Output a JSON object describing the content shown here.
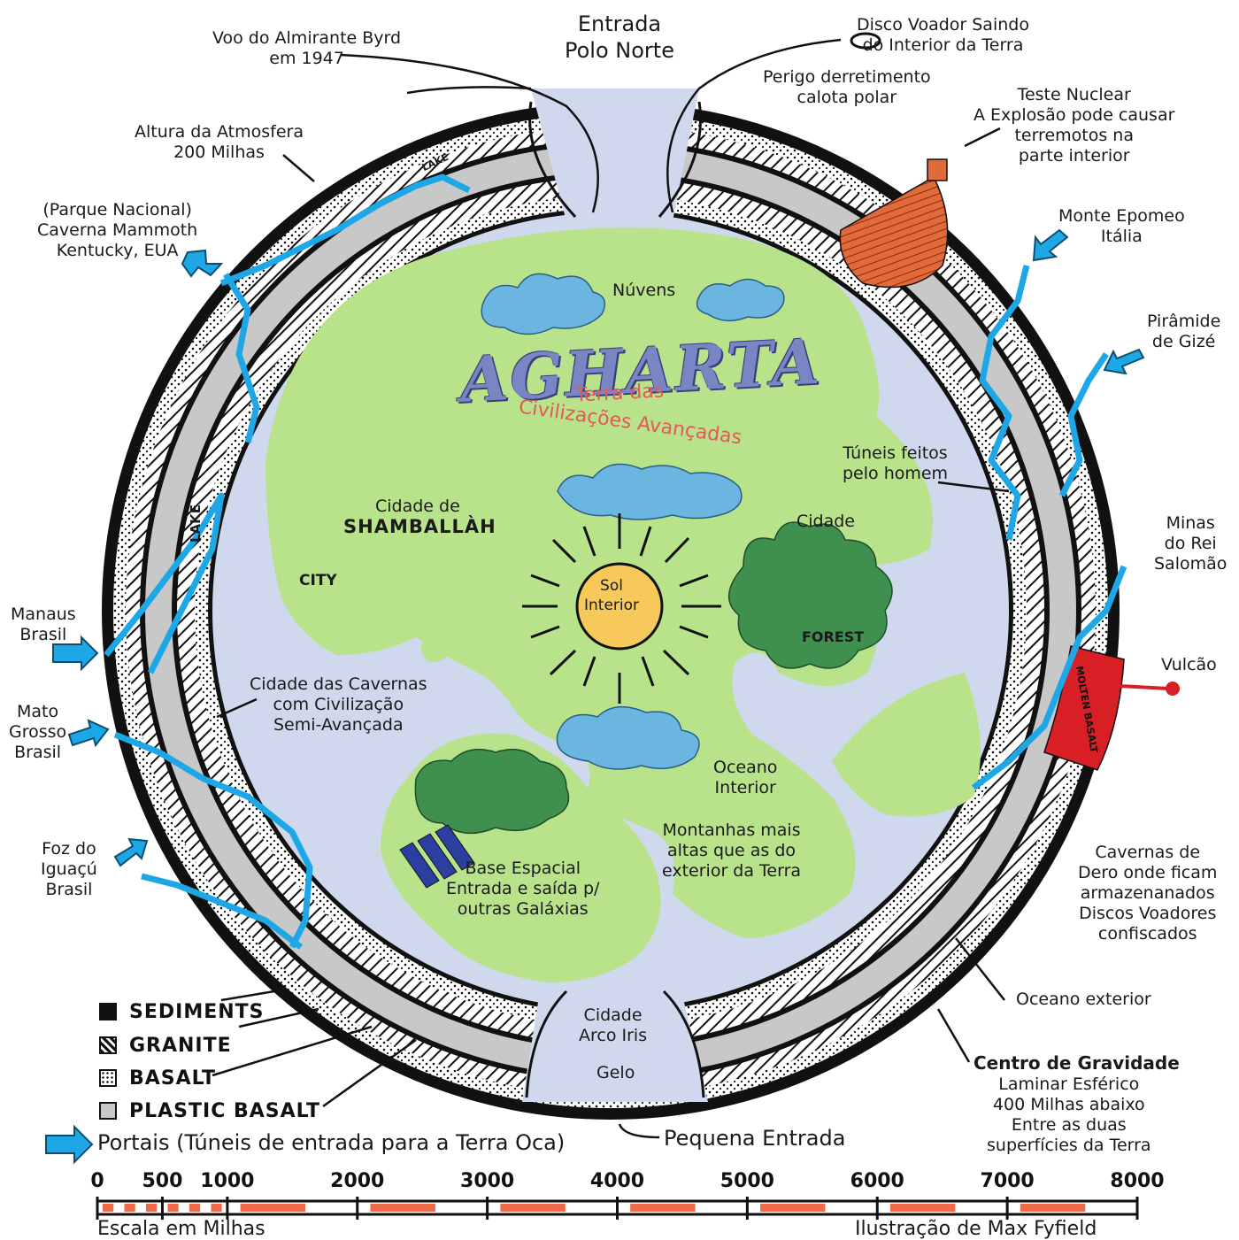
{
  "title": "AGHARTA",
  "subtitle_line1": "Terra das",
  "subtitle_line2": "Civilizações Avançadas",
  "labels": {
    "entrada_polo_norte": [
      "Entrada",
      "Polo Norte"
    ],
    "voo_byrd": [
      "Voo do Almirante Byrd",
      "em 1947"
    ],
    "disco_voador": [
      "Disco Voador Saindo",
      "do Interior da Terra"
    ],
    "perigo": [
      "Perigo derretimento",
      "calota polar"
    ],
    "teste_nuclear": [
      "Teste Nuclear",
      "A Explosão pode causar",
      "terremotos na",
      "parte interior"
    ],
    "altura_atmosfera": [
      "Altura da Atmosfera",
      "200 Milhas"
    ],
    "caverna_mammoth": [
      "(Parque Nacional)",
      "Caverna Mammoth",
      "Kentucky, EUA"
    ],
    "monte_epomeo": [
      "Monte Epomeo",
      "Itália"
    ],
    "piramide": [
      "Pirâmide",
      "de Gizé"
    ],
    "nuvens": "Núvens",
    "tuneis": [
      "Túneis feitos",
      "pelo homem"
    ],
    "cidade_shamballah": [
      "Cidade de"
    ],
    "shamballah": "SHAMBALLÀH",
    "cidade": "Cidade",
    "city": "CITY",
    "minas": [
      "Minas",
      "do Rei",
      "Salomão"
    ],
    "sol_interior": [
      "Sol",
      "Interior"
    ],
    "forest": "FOREST",
    "manaus": [
      "Manaus",
      "Brasil"
    ],
    "vulcao": "Vulcão",
    "cidade_cavernas": [
      "Cidade das Cavernas",
      "com Civilização",
      "Semi-Avançada"
    ],
    "mato_grosso": [
      "Mato",
      "Grosso",
      "Brasil"
    ],
    "oceano_interior": [
      "Oceano",
      "Interior"
    ],
    "montanhas": [
      "Montanhas mais",
      "altas que as do",
      "exterior da Terra"
    ],
    "foz_iguacu": [
      "Foz do",
      "Iguaçú",
      "Brasil"
    ],
    "base_espacial": [
      "Base Espacial",
      "Entrada e saída p/",
      "outras Galáxias"
    ],
    "cavernas_dero": [
      "Cavernas de",
      "Dero onde ficam",
      "armazenanados",
      "Discos Voadores",
      "confiscados"
    ],
    "cidade_arco_iris": [
      "Cidade",
      "Arco Iris"
    ],
    "gelo": "Gelo",
    "oceano_exterior": "Oceano exterior",
    "centro_gravidade_title": "Centro de Gravidade",
    "centro_gravidade": [
      "Laminar Esférico",
      "400 Milhas abaixo",
      "Entre as duas",
      "superfícies da Terra"
    ],
    "pequena_entrada": "Pequena Entrada",
    "lake": "LAKE",
    "lake_top": "LAKE",
    "molten_basalt": "MOLTEN BASALT"
  },
  "legend": [
    {
      "label": "SEDIMENTS",
      "pattern": "solid-black"
    },
    {
      "label": "GRANITE",
      "pattern": "hatched"
    },
    {
      "label": "BASALT",
      "pattern": "dotted"
    },
    {
      "label": "PLASTIC BASALT",
      "pattern": "grey"
    }
  ],
  "portais": "Portais (Túneis de entrada para a Terra Oca)",
  "scale": {
    "ticks": [
      "0",
      "500",
      "1000",
      "2000",
      "3000",
      "4000",
      "5000",
      "6000",
      "7000",
      "8000"
    ],
    "label": "Escala em Milhas",
    "credit": "Ilustração de Max Fyfield"
  },
  "colors": {
    "land": "#b9e38a",
    "ocean": "#cfd8ec",
    "crust_grey": "#c8c8c8",
    "portal_blue": "#1ea7e6",
    "cloud_blue": "#6bb6e0",
    "forest_green": "#3f8f4f",
    "sun_yellow": "#f7c95a",
    "title_purple": "#7a86c4",
    "subtitle_red": "#e05a5a",
    "magma_red": "#d81f26",
    "nuclear_orange": "#e06a3a",
    "scale_red": "#f06a4a"
  }
}
